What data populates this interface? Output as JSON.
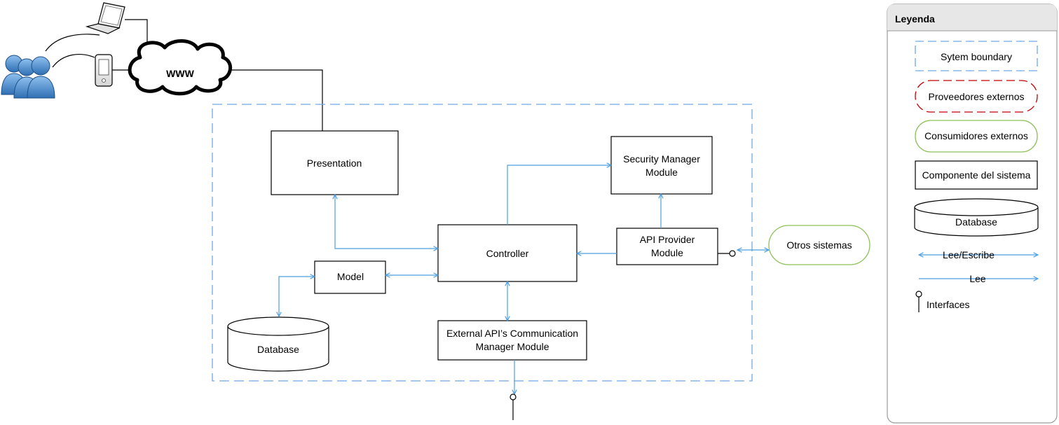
{
  "diagram": {
    "internet_label": "WWW",
    "components": {
      "presentation": "Presentation",
      "controller": "Controller",
      "model": "Model",
      "database": "Database",
      "security_line1": "Security Manager",
      "security_line2": "Module",
      "api_provider_line1": "API Provider",
      "api_provider_line2": "Module",
      "external_api_line1": "External API’s Communication",
      "external_api_line2": "Manager Module",
      "otros_sistemas": "Otros sistemas"
    }
  },
  "legend": {
    "title": "Leyenda",
    "system_boundary": "Sytem boundary",
    "external_providers": "Proveedores externos",
    "external_consumers": "Consumidores externos",
    "system_component": "Componente del sistema",
    "database": "Database",
    "read_write": "Lee/Escribe",
    "read": "Lee",
    "interfaces": "Interfaces"
  },
  "colors": {
    "connector": "#4d9fe0",
    "boundary": "#6fa8e8",
    "external_provider": "#c00000",
    "external_consumer": "#8cc05a",
    "users": "#4a86c5"
  }
}
